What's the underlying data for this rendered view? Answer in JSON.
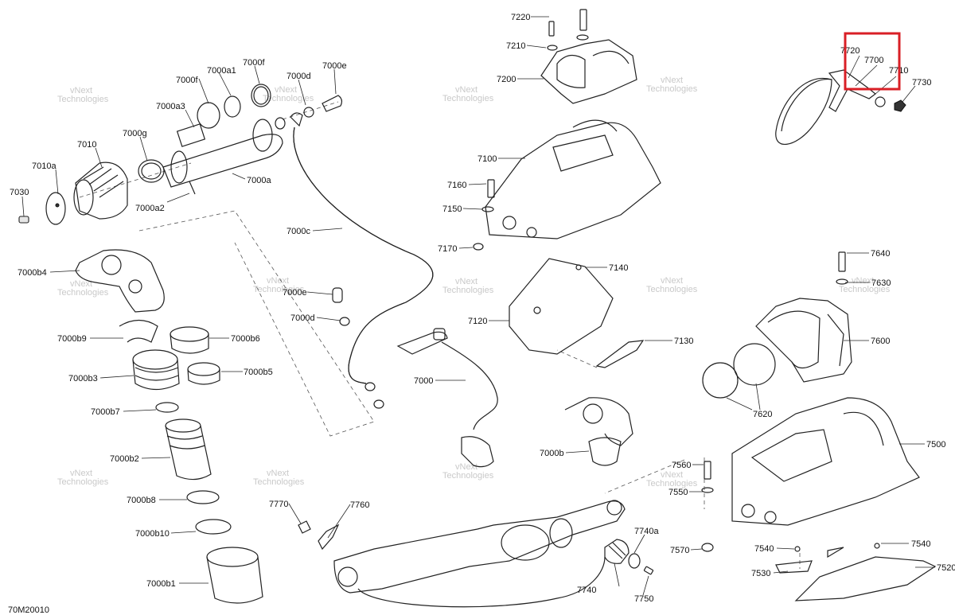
{
  "diagram": {
    "code": "70M20010",
    "highlight_colour": "#d91f26",
    "watermark_line1": "vNext",
    "watermark_line2": "Technologies",
    "labels": {
      "p7000f_a": "7000f",
      "p7000a1": "7000a1",
      "p7000f_b": "7000f",
      "p7000d_a": "7000d",
      "p7000e_a": "7000e",
      "p7000a3": "7000a3",
      "p7000g": "7000g",
      "p7010": "7010",
      "p7010a": "7010a",
      "p7030": "7030",
      "p7000a": "7000a",
      "p7000a2": "7000a2",
      "p7000c": "7000c",
      "p7000e_b": "7000e",
      "p7000d_b": "7000d",
      "p7000b4": "7000b4",
      "p7000b9": "7000b9",
      "p7000b6": "7000b6",
      "p7000b3": "7000b3",
      "p7000b5": "7000b5",
      "p7000b7": "7000b7",
      "p7000b2": "7000b2",
      "p7000b8": "7000b8",
      "p7000b10": "7000b10",
      "p7000b1": "7000b1",
      "p7000": "7000",
      "p7000b": "7000b",
      "p7220": "7220",
      "p7210": "7210",
      "p7200": "7200",
      "p7100": "7100",
      "p7160": "7160",
      "p7150": "7150",
      "p7170": "7170",
      "p7140": "7140",
      "p7120": "7120",
      "p7130": "7130",
      "p7720": "7720",
      "p7700": "7700",
      "p7710": "7710",
      "p7730": "7730",
      "p7640": "7640",
      "p7630": "7630",
      "p7600": "7600",
      "p7620": "7620",
      "p7500": "7500",
      "p7560": "7560",
      "p7550": "7550",
      "p7570": "7570",
      "p7540_a": "7540",
      "p7540_b": "7540",
      "p7530": "7530",
      "p7520": "7520",
      "p7770": "7770",
      "p7760": "7760",
      "p7740a": "7740a",
      "p7740": "7740",
      "p7750": "7750"
    }
  }
}
